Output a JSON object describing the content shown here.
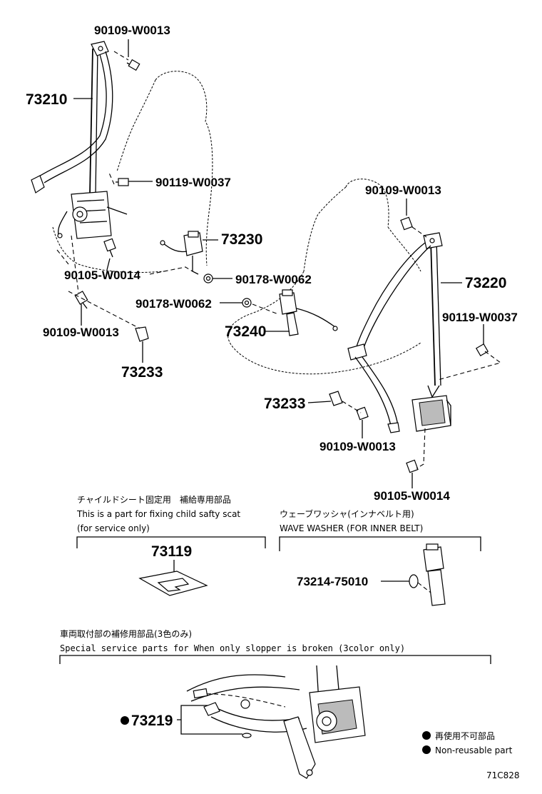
{
  "parts": {
    "p90109_top_left": "90109-W0013",
    "p73210": "73210",
    "p90119_left": "90119-W0037",
    "p73230": "73230",
    "p90105_left": "90105-W0014",
    "p90178_right_of_73230": "90178-W0062",
    "p90109_lower_left": "90109-W0013",
    "p73233_left": "73233",
    "p90109_top_right": "90109-W0013",
    "p73220": "73220",
    "p90178_center": "90178-W0062",
    "p73240": "73240",
    "p90119_right": "90119-W0037",
    "p73233_center": "73233",
    "p90109_center_lower": "90109-W0013",
    "p90105_right": "90105-W0014"
  },
  "box_child_seat": {
    "line_jp": "チャイルドシート固定用　補給専用部品",
    "line_en1": "This is a part for fixing child safty scat",
    "line_en2": "(for service only)",
    "part": "73119"
  },
  "box_wave_washer": {
    "line_jp": "ウェーブワッシャ(インナベルト用)",
    "line_en": "WAVE WASHER (FOR INNER BELT)",
    "part": "73214-75010"
  },
  "box_stopper": {
    "line_jp": "車両取付部の補修用部品(3色のみ)",
    "line_en": "Special  service  parts  for  When  only  slopper  is  broken  (3color  only)",
    "part": "73219"
  },
  "legend": {
    "jp": "再使用不可部品",
    "en": "Non-reusable part"
  },
  "figure_code": "71C828"
}
